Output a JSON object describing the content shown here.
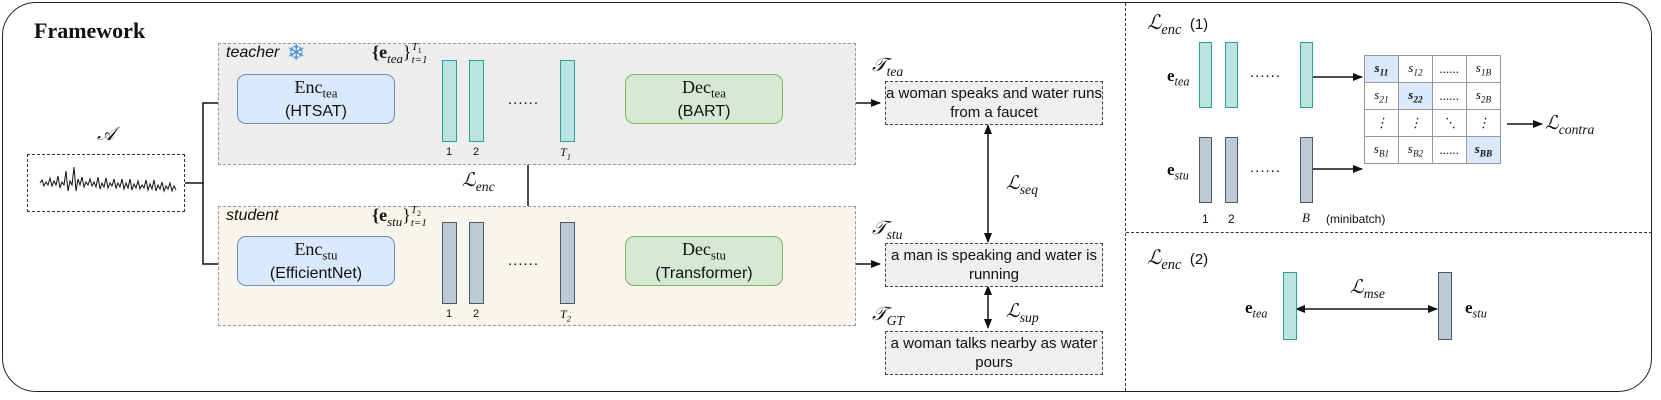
{
  "title": "Framework",
  "input_label": "𝒜",
  "teacher": {
    "label": "teacher",
    "snowflake": "❄",
    "set_label": "{e",
    "set_sub": "tea",
    "set_limits_sup": "T",
    "set_limits_sup_sub": "1",
    "set_limits_sub": "t=1",
    "enc_name": "Enc",
    "enc_sub": "tea",
    "enc_model": "(HTSAT)",
    "dec_name": "Dec",
    "dec_sub": "tea",
    "dec_model": "(BART)",
    "ticks": [
      "1",
      "2",
      "T"
    ],
    "tick_last_sub": "1",
    "ellipsis": "......",
    "caption_label": "𝒯",
    "caption_label_sub": "tea",
    "caption": "a woman speaks and water runs from a faucet"
  },
  "student": {
    "label": "student",
    "set_label": "{e",
    "set_sub": "stu",
    "set_limits_sup": "T",
    "set_limits_sup_sub": "2",
    "set_limits_sub": "t=1",
    "enc_name": "Enc",
    "enc_sub": "stu",
    "enc_model": "(EfficientNet)",
    "dec_name": "Dec",
    "dec_sub": "stu",
    "dec_model": "(Transformer)",
    "ticks": [
      "1",
      "2",
      "T"
    ],
    "tick_last_sub": "2",
    "ellipsis": "......",
    "caption_label": "𝒯",
    "caption_label_sub": "stu",
    "caption": "a man is speaking and water is running"
  },
  "ground_truth": {
    "caption_label": "𝒯",
    "caption_label_sub": "GT",
    "caption": "a woman talks nearby as water pours"
  },
  "losses": {
    "enc": {
      "symbol": "ℒ",
      "sub": "enc"
    },
    "seq": {
      "symbol": "ℒ",
      "sub": "seq"
    },
    "sup": {
      "symbol": "ℒ",
      "sub": "sup"
    }
  },
  "panel1": {
    "loss_symbol": "ℒ",
    "loss_sub": "enc",
    "number": "(1)",
    "row_tea": "e",
    "row_tea_sub": "tea",
    "row_stu": "e",
    "row_stu_sub": "stu",
    "ellipsis": "......",
    "tick1": "1",
    "tick2": "2",
    "tickB": "B",
    "minibatch": "(minibatch)",
    "output_symbol": "ℒ",
    "output_sub": "contra",
    "matrix": [
      [
        {
          "v": "s",
          "s": "11",
          "hl": true
        },
        {
          "v": "s",
          "s": "12",
          "hl": false
        },
        {
          "v": "......",
          "s": "",
          "hl": false
        },
        {
          "v": "s",
          "s": "1B",
          "hl": false
        }
      ],
      [
        {
          "v": "s",
          "s": "21",
          "hl": false
        },
        {
          "v": "s",
          "s": "22",
          "hl": true
        },
        {
          "v": "......",
          "s": "",
          "hl": false
        },
        {
          "v": "s",
          "s": "2B",
          "hl": false
        }
      ],
      [
        {
          "v": "⋮",
          "s": "",
          "hl": false
        },
        {
          "v": "⋮",
          "s": "",
          "hl": false
        },
        {
          "v": "⋱",
          "s": "",
          "hl": false
        },
        {
          "v": "⋮",
          "s": "",
          "hl": false
        }
      ],
      [
        {
          "v": "s",
          "s": "B1",
          "hl": false
        },
        {
          "v": "s",
          "s": "B2",
          "hl": false
        },
        {
          "v": "......",
          "s": "",
          "hl": false
        },
        {
          "v": "s",
          "s": "BB",
          "hl": true
        }
      ]
    ]
  },
  "panel2": {
    "loss_symbol": "ℒ",
    "loss_sub": "enc",
    "number": "(2)",
    "left": "e",
    "left_sub": "tea",
    "right": "e",
    "right_sub": "stu",
    "mse_symbol": "ℒ",
    "mse_sub": "mse"
  },
  "colors": {
    "encoder_fill": "#dae8fc",
    "decoder_fill": "#d5e8d4",
    "teacher_bar": "#b9e4e2",
    "student_bar": "#bccad6",
    "highlight": "#dae8fc"
  }
}
